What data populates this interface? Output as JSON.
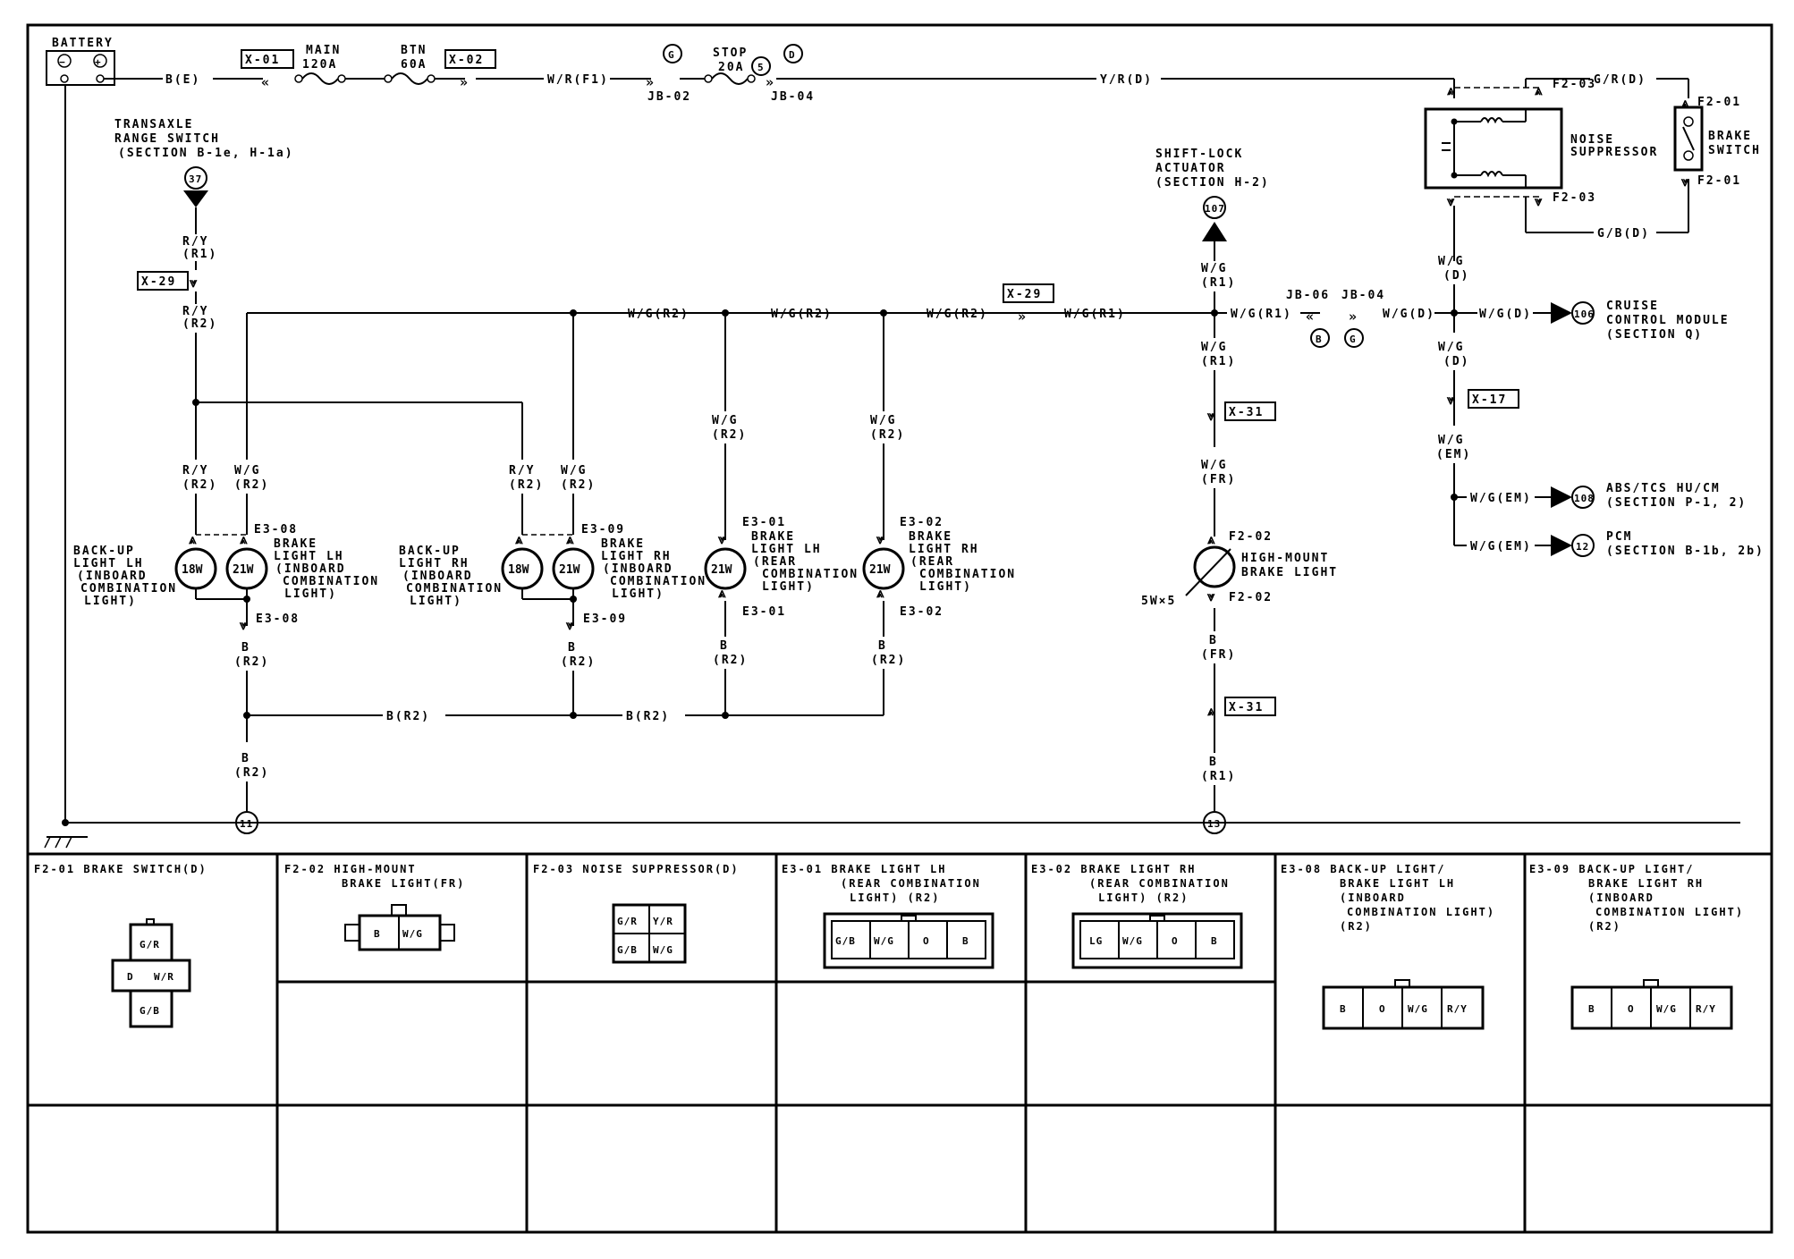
{
  "battery": {
    "title": "BATTERY",
    "neg": "−",
    "pos": "+"
  },
  "fuses": {
    "main": {
      "name": "MAIN",
      "rating": "120A"
    },
    "btn": {
      "name": "BTN",
      "rating": "60A"
    },
    "stop": {
      "name": "STOP",
      "rating": "20A",
      "num": "5"
    }
  },
  "connectors": {
    "x01": "X-01",
    "x02": "X-02",
    "x29a": "X-29",
    "x29b": "X-29",
    "x31a": "X-31",
    "x31b": "X-31",
    "x17": "X-17",
    "jb02": "JB-02",
    "jb04a": "JB-04",
    "jb06": "JB-06",
    "jb04b": "JB-04",
    "g_top": "G",
    "d_top": "D",
    "b_jb": "B",
    "g_jb": "G"
  },
  "wires": {
    "b_e": "B(E)",
    "wr_f1": "W/R(F1)",
    "yr_d": "Y/R(D)",
    "gr_d": "G/R(D)",
    "gb_d": "G/B(D)",
    "wg_d_a": "W/G",
    "wg_d_a2": "(D)",
    "ry_r1_a": "R/Y",
    "ry_r1_b": "(R1)",
    "ry_r2_a": "R/Y",
    "ry_r2_b": "(R2)",
    "wg_r2_h1": "W/G(R2)",
    "wg_r2_h2": "W/G(R2)",
    "wg_r2_h3": "W/G(R2)",
    "wg_r1_h": "W/G(R1)",
    "wg_r1_h2": "W/G(R1)",
    "wg_d_h": "W/G(D)",
    "wg_d_h2": "W/G(D)",
    "wg_r2_v1a": "W/G",
    "wg_r2_v1b": "(R2)",
    "wg_r2_v2a": "W/G",
    "wg_r2_v2b": "(R2)",
    "ry_lh_a": "R/Y",
    "ry_lh_b": "(R2)",
    "wg_lh_a": "W/G",
    "wg_lh_b": "(R2)",
    "ry_rh_a": "R/Y",
    "ry_rh_b": "(R2)",
    "wg_rh_a": "W/G",
    "wg_rh_b": "(R2)",
    "b_lh_a": "B",
    "b_lh_b": "(R2)",
    "b_rh_a": "B",
    "b_rh_b": "(R2)",
    "b_e301_a": "B",
    "b_e301_b": "(R2)",
    "b_e302_a": "B",
    "b_e302_b": "(R2)",
    "b_r2_h1": "B(R2)",
    "b_r2_h2": "B(R2)",
    "b_r2_v_a": "B",
    "b_r2_v_b": "(R2)",
    "wg_r1_va": "W/G",
    "wg_r1_vb": "(R1)",
    "wg_r1_v2a": "W/G",
    "wg_r1_v2b": "(R1)",
    "wg_fr_a": "W/G",
    "wg_fr_b": "(FR)",
    "b_fr_a": "B",
    "b_fr_b": "(FR)",
    "b_r1_a": "B",
    "b_r1_b": "(R1)",
    "wg_d_v_a": "W/G",
    "wg_d_v_b": "(D)",
    "wg_em_a": "W/G",
    "wg_em_b": "(EM)",
    "wg_em_h1": "W/G(EM)",
    "wg_em_h2": "W/G(EM)"
  },
  "components": {
    "transaxle": {
      "l1": "TRANSAXLE",
      "l2": "RANGE SWITCH",
      "l3": "(SECTION B-1e, H-1a)",
      "num": "37"
    },
    "shiftlock": {
      "l1": "SHIFT-LOCK",
      "l2": "ACTUATOR",
      "l3": "(SECTION H-2)",
      "num": "107"
    },
    "cruise": {
      "l1": "CRUISE",
      "l2": "CONTROL MODULE",
      "l3": "(SECTION Q)",
      "num": "106"
    },
    "abs": {
      "l1": "ABS/TCS HU/CM",
      "l2": "(SECTION P-1, 2)",
      "num": "108"
    },
    "pcm": {
      "l1": "PCM",
      "l2": "(SECTION B-1b, 2b)",
      "num": "12"
    },
    "noise": {
      "l1": "NOISE",
      "l2": "SUPPRESSOR"
    },
    "brakesw": {
      "l1": "BRAKE",
      "l2": "SWITCH"
    },
    "backup_lh": {
      "l1": "BACK-UP",
      "l2": "LIGHT LH",
      "l3": "(INBOARD",
      "l4": "COMBINATION",
      "l5": "LIGHT)",
      "bulb": "18W"
    },
    "brake_lh_in": {
      "l1": "BRAKE",
      "l2": "LIGHT LH",
      "l3": "(INBOARD",
      "l4": "COMBINATION",
      "l5": "LIGHT)",
      "bulb": "21W"
    },
    "backup_rh": {
      "l1": "BACK-UP",
      "l2": "LIGHT RH",
      "l3": "(INBOARD",
      "l4": "COMBINATION",
      "l5": "LIGHT)",
      "bulb": "18W"
    },
    "brake_rh_in": {
      "l1": "BRAKE",
      "l2": "LIGHT RH",
      "l3": "(INBOARD",
      "l4": "COMBINATION",
      "l5": "LIGHT)",
      "bulb": "21W"
    },
    "brake_lh_rear": {
      "l1": "BRAKE",
      "l2": "LIGHT LH",
      "l3": "(REAR",
      "l4": "COMBINATION",
      "l5": "LIGHT)",
      "bulb": "21W"
    },
    "brake_rh_rear": {
      "l1": "BRAKE",
      "l2": "LIGHT RH",
      "l3": "(REAR",
      "l4": "COMBINATION",
      "l5": "LIGHT)",
      "bulb": "21W"
    },
    "highmount": {
      "l1": "HIGH-MOUNT",
      "l2": "BRAKE LIGHT",
      "bulb": "5W×5"
    }
  },
  "pins": {
    "f201_top": "F2-01",
    "f201_bot": "F2-01",
    "f203_top": "F2-03",
    "f203_bot": "F2-03",
    "e308_top": "E3-08",
    "e308_bot": "E3-08",
    "e309_top": "E3-09",
    "e309_bot": "E3-09",
    "e301_top": "E3-01",
    "e301_bot": "E3-01",
    "e302_top": "E3-02",
    "e302_bot": "E3-02",
    "f202_top": "F2-02",
    "f202_bot": "F2-02"
  },
  "grounds": {
    "g11": "11",
    "g13": "13"
  },
  "connector_table": [
    {
      "title_l1": "F2-01 BRAKE SWITCH(D)",
      "title_l2": "",
      "title_l3": "",
      "title_l4": "",
      "pins": [
        "G/R",
        "D",
        "W/R",
        "G/B"
      ]
    },
    {
      "title_l1": "F2-02 HIGH-MOUNT",
      "title_l2": "BRAKE LIGHT(FR)",
      "title_l3": "",
      "title_l4": "",
      "pins": [
        "B",
        "W/G"
      ]
    },
    {
      "title_l1": "F2-03 NOISE SUPPRESSOR(D)",
      "title_l2": "",
      "title_l3": "",
      "title_l4": "",
      "pins": [
        "G/R",
        "Y/R",
        "G/B",
        "W/G"
      ]
    },
    {
      "title_l1": "E3-01 BRAKE LIGHT LH",
      "title_l2": "(REAR COMBINATION",
      "title_l3": "LIGHT) (R2)",
      "title_l4": "",
      "pins": [
        "G/B",
        "W/G",
        "O",
        "B"
      ]
    },
    {
      "title_l1": "E3-02 BRAKE LIGHT RH",
      "title_l2": "(REAR COMBINATION",
      "title_l3": "LIGHT) (R2)",
      "title_l4": "",
      "pins": [
        "LG",
        "W/G",
        "O",
        "B"
      ]
    },
    {
      "title_l1": "E3-08 BACK-UP LIGHT/",
      "title_l2": "BRAKE LIGHT LH",
      "title_l3": "(INBOARD",
      "title_l4": "COMBINATION LIGHT)",
      "title_l5": "(R2)",
      "pins": [
        "B",
        "O",
        "W/G",
        "R/Y"
      ]
    },
    {
      "title_l1": "E3-09 BACK-UP LIGHT/",
      "title_l2": "BRAKE LIGHT RH",
      "title_l3": "(INBOARD",
      "title_l4": "COMBINATION LIGHT)",
      "title_l5": "(R2)",
      "pins": [
        "B",
        "O",
        "W/G",
        "R/Y"
      ]
    }
  ]
}
